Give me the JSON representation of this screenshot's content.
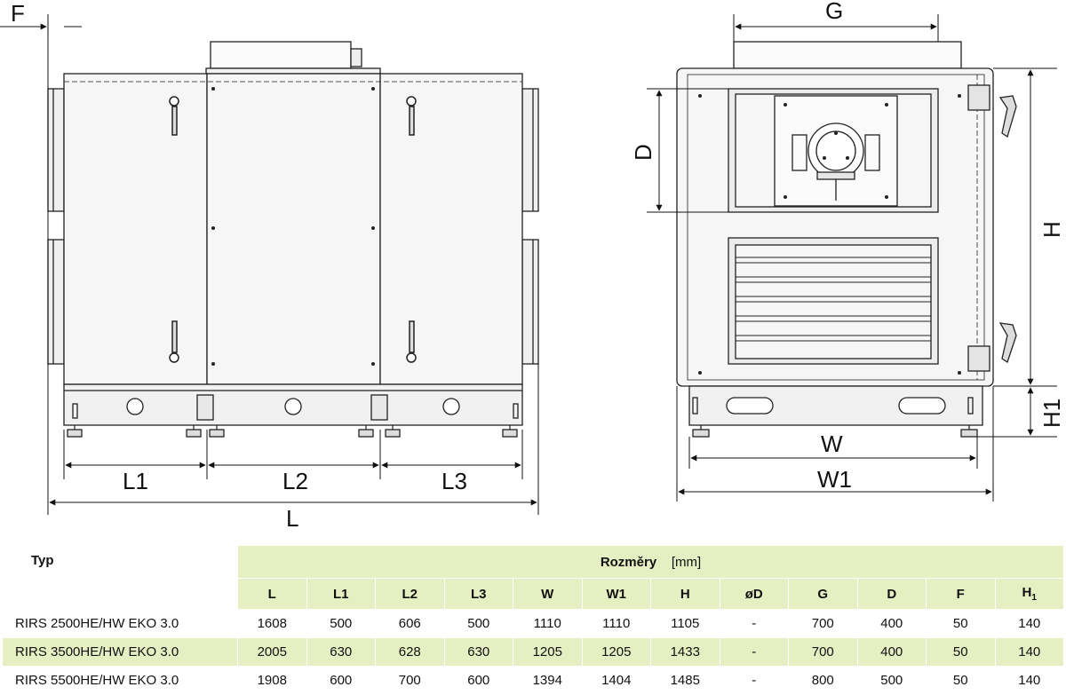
{
  "drawing": {
    "side_labels": {
      "F": "F",
      "L1": "L1",
      "L2": "L2",
      "L3": "L3",
      "L": "L"
    },
    "front_labels": {
      "G": "G",
      "D": "D",
      "H": "H",
      "H1": "H1",
      "W": "W",
      "W1": "W1"
    }
  },
  "table": {
    "type_header": "Typ",
    "dimensions_header": "Rozměry",
    "unit": "[mm]",
    "columns": [
      "L",
      "L1",
      "L2",
      "L3",
      "W",
      "W1",
      "H",
      "øD",
      "G",
      "D",
      "F",
      "H"
    ],
    "last_column_subscript": "1",
    "rows": [
      {
        "name": "RIRS 2500HE/HW EKO 3.0",
        "values": [
          "1608",
          "500",
          "606",
          "500",
          "1110",
          "1110",
          "1105",
          "-",
          "700",
          "400",
          "50",
          "140"
        ]
      },
      {
        "name": "RIRS 3500HE/HW EKO 3.0",
        "values": [
          "2005",
          "630",
          "628",
          "630",
          "1205",
          "1205",
          "1433",
          "-",
          "700",
          "400",
          "50",
          "140"
        ]
      },
      {
        "name": "RIRS 5500HE/HW EKO 3.0",
        "values": [
          "1908",
          "600",
          "700",
          "600",
          "1394",
          "1404",
          "1485",
          "-",
          "800",
          "500",
          "50",
          "140"
        ]
      }
    ]
  },
  "colors": {
    "table_green": "#e5efc2",
    "line": "#222222",
    "panel": "#f6f6f6"
  }
}
